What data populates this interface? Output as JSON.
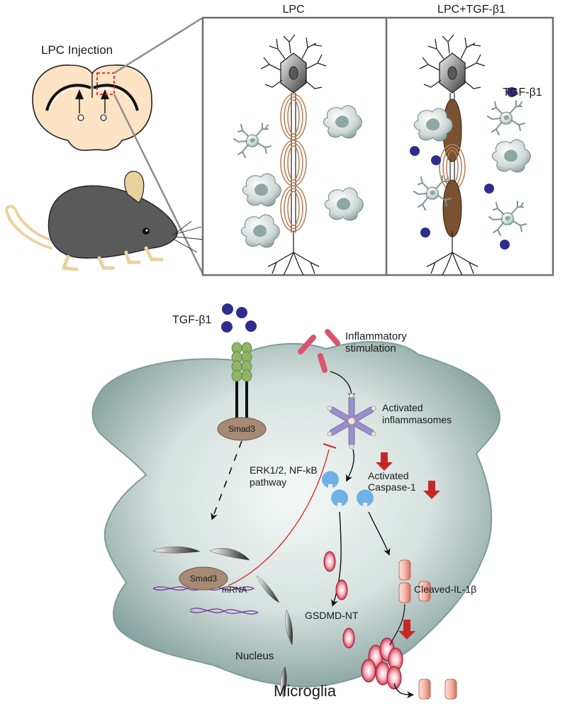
{
  "top": {
    "lpc_injection": "LPC Injection",
    "panel_lpc": "LPC",
    "panel_lpc_tgf": "LPC+TGF-β1",
    "tgf_legend": "TGF-β1"
  },
  "bottom": {
    "tgf": "TGF-β1",
    "inflammatory": [
      "Inflammatory",
      "stimulation"
    ],
    "activated_inflammasomes": [
      "Activated",
      "inflammasomes"
    ],
    "activated_caspase": [
      "Activated",
      "Caspase-1"
    ],
    "pathway": [
      "ERK1/2, NF-kB",
      "pathway"
    ],
    "smad3_membrane": "Smad3",
    "smad3_nucleus": "Smad3",
    "mrna": "mRNA",
    "gsdmd": "GSDMD-NT",
    "cleaved_il1b": "Cleaved-IL-1β",
    "nucleus": "Nucleus",
    "microglia": "Microglia"
  },
  "colors": {
    "tgf_ball": "#2d2d8c",
    "receptor": "#8fb46a",
    "smad3": "#a68a74",
    "cell_body": "#d9e4e2",
    "cell_edge": "#7f9c98",
    "inhibit": "#e02020",
    "down_arrow": "#c62828",
    "myelin": "#b8835a",
    "brown_axon": "#7a5230",
    "caspase": "#6fb1e4",
    "il1b": "#f4b4a4",
    "stim": "#d9546e",
    "inflammasome": "#9b8fc8",
    "dna": "#7a3aa0"
  },
  "icons": [
    "brain-section-icon",
    "mouse-icon",
    "neuron-icon",
    "microglia-icon",
    "tgf-ball-icon",
    "receptor-icon",
    "inflammasome-icon",
    "caspase-icon",
    "down-arrow-icon"
  ]
}
